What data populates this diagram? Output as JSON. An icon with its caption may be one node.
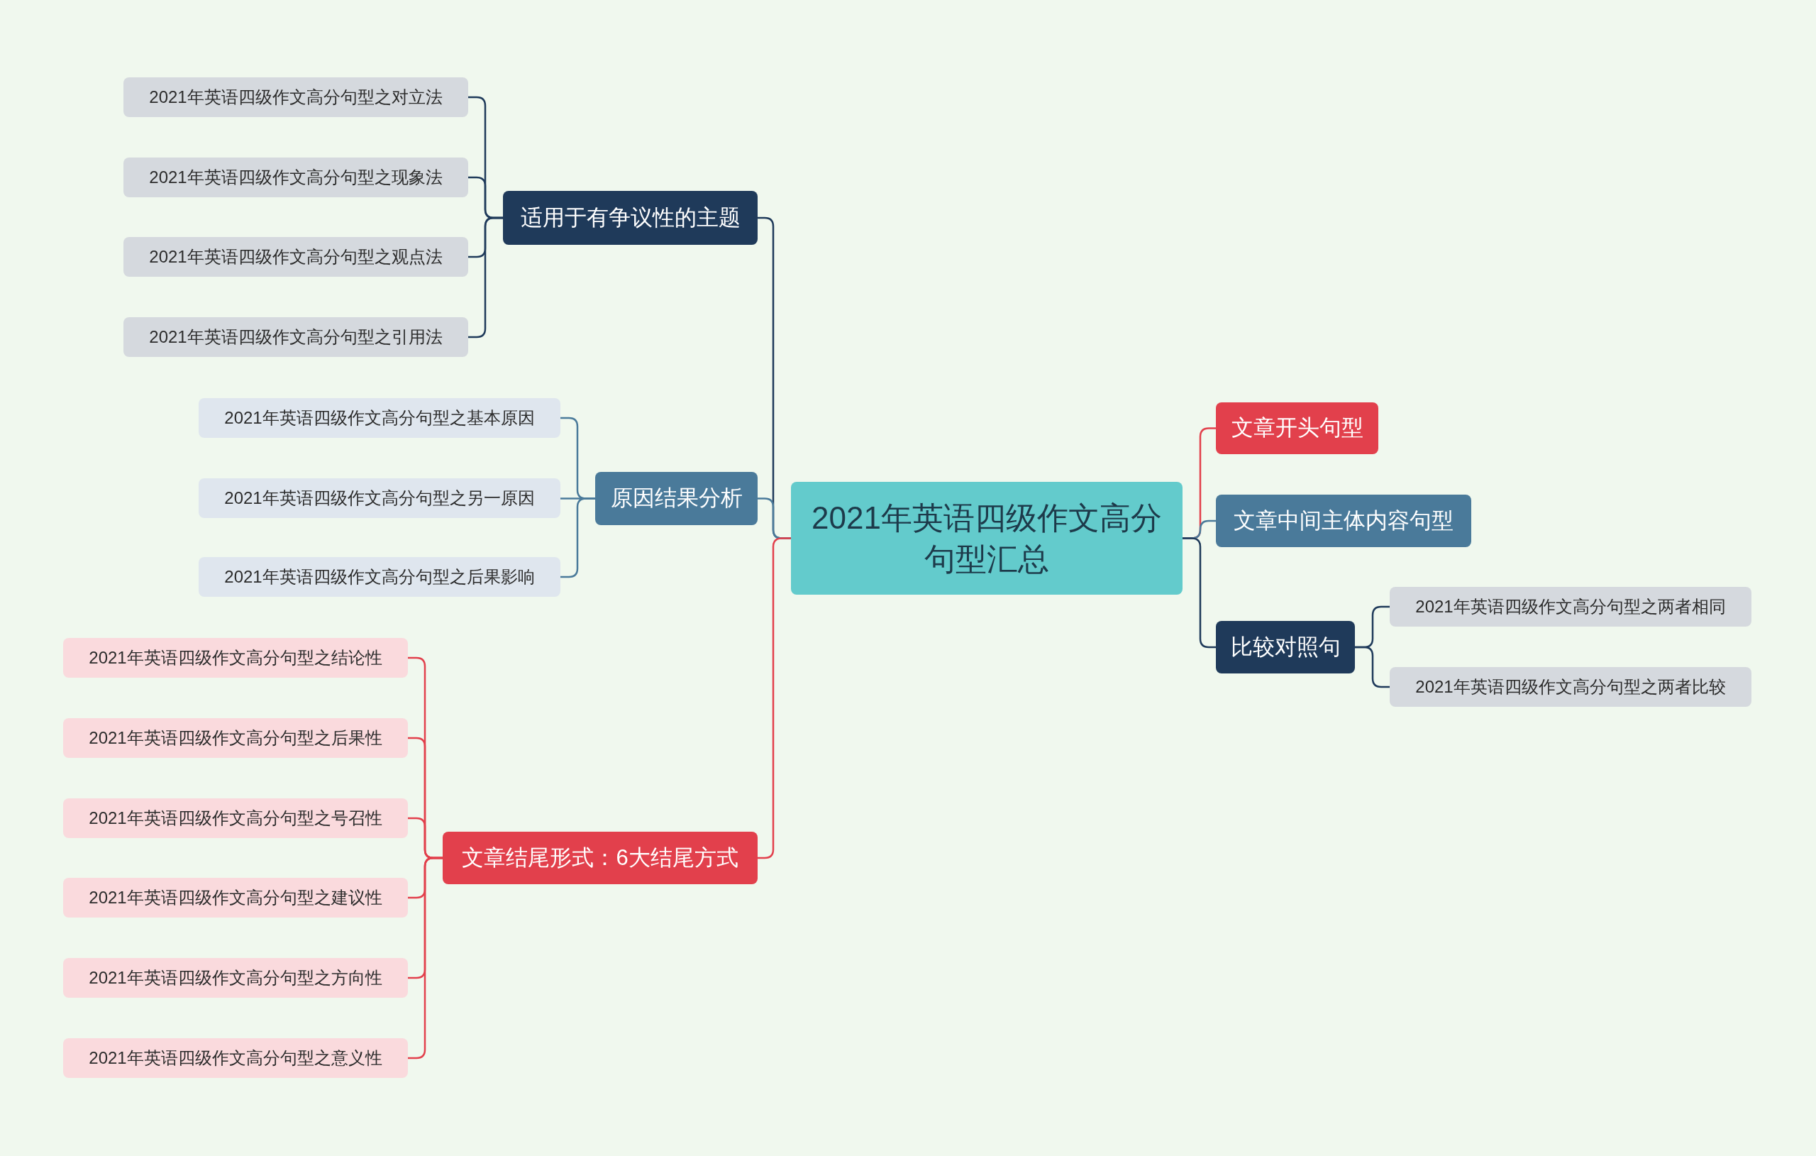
{
  "diagram": {
    "nodes": [
      {
        "text": [
          "2021年英语四级作文高分句型汇总"
        ]
      },
      {
        "text": [
          "适用于有争议性的主题"
        ]
      },
      {
        "text": [
          "2021年英语四级作文高分句型之对立法"
        ]
      },
      {
        "text": [
          "2021年英语四级作文高分句型之现象法"
        ]
      },
      {
        "text": [
          "2021年英语四级作文高分句型之观点法"
        ]
      },
      {
        "text": [
          "2021年英语四级作文高分句型之引用法"
        ]
      },
      {
        "text": [
          "原因结果分析"
        ]
      },
      {
        "text": [
          "2021年英语四级作文高分句型之基本原因"
        ]
      },
      {
        "text": [
          "2021年英语四级作文高分句型之另一原因"
        ]
      },
      {
        "text": [
          "2021年英语四级作文高分句型之后果影响"
        ]
      },
      {
        "text": [
          "文章结尾形式：6大结尾方式"
        ]
      },
      {
        "text": [
          "2021年英语四级作文高分句型之结论性"
        ]
      },
      {
        "text": [
          "2021年英语四级作文高分句型之后果性"
        ]
      },
      {
        "text": [
          "2021年英语四级作文高分句型之号召性"
        ]
      },
      {
        "text": [
          "2021年英语四级作文高分句型之建议性"
        ]
      },
      {
        "text": [
          "2021年英语四级作文高分句型之方向性"
        ]
      },
      {
        "text": [
          "2021年英语四级作文高分句型之意义性"
        ]
      },
      {
        "text": [
          "文章开头句型"
        ]
      },
      {
        "text": [
          "文章中间主体内容句型"
        ]
      },
      {
        "text": [
          "比较对照句"
        ]
      },
      {
        "text": [
          "2021年英语四级作文高分句型之两者相同"
        ]
      },
      {
        "text": [
          "2021年英语四级作文高分句型之两者比较"
        ]
      }
    ],
    "edges": [
      {
        "from": 0,
        "to": 1,
        "arrow": "none",
        "color": "#1f3a5a"
      },
      {
        "from": 1,
        "to": 2,
        "arrow": "none",
        "color": "#1f3a5a"
      },
      {
        "from": 1,
        "to": 3,
        "arrow": "none",
        "color": "#1f3a5a"
      },
      {
        "from": 1,
        "to": 4,
        "arrow": "none",
        "color": "#1f3a5a"
      },
      {
        "from": 1,
        "to": 5,
        "arrow": "none",
        "color": "#1f3a5a"
      },
      {
        "from": 0,
        "to": 6,
        "arrow": "none",
        "color": "#4a7a9a"
      },
      {
        "from": 6,
        "to": 7,
        "arrow": "none",
        "color": "#4a7a9a"
      },
      {
        "from": 6,
        "to": 8,
        "arrow": "none",
        "color": "#4a7a9a"
      },
      {
        "from": 6,
        "to": 9,
        "arrow": "none",
        "color": "#4a7a9a"
      },
      {
        "from": 0,
        "to": 10,
        "arrow": "none",
        "color": "#e2404c"
      },
      {
        "from": 10,
        "to": 11,
        "arrow": "none",
        "color": "#e2404c"
      },
      {
        "from": 10,
        "to": 12,
        "arrow": "none",
        "color": "#e2404c"
      },
      {
        "from": 10,
        "to": 13,
        "arrow": "none",
        "color": "#e2404c"
      },
      {
        "from": 10,
        "to": 14,
        "arrow": "none",
        "color": "#e2404c"
      },
      {
        "from": 10,
        "to": 15,
        "arrow": "none",
        "color": "#e2404c"
      },
      {
        "from": 10,
        "to": 16,
        "arrow": "none",
        "color": "#e2404c"
      },
      {
        "from": 0,
        "to": 17,
        "arrow": "none",
        "color": "#e2404c"
      },
      {
        "from": 0,
        "to": 18,
        "arrow": "none",
        "color": "#4a7a9a"
      },
      {
        "from": 0,
        "to": 19,
        "arrow": "none",
        "color": "#1f3a5a"
      },
      {
        "from": 19,
        "to": 20,
        "arrow": "none",
        "color": "#1f3a5a"
      },
      {
        "from": 19,
        "to": 21,
        "arrow": "none",
        "color": "#1f3a5a"
      }
    ]
  }
}
